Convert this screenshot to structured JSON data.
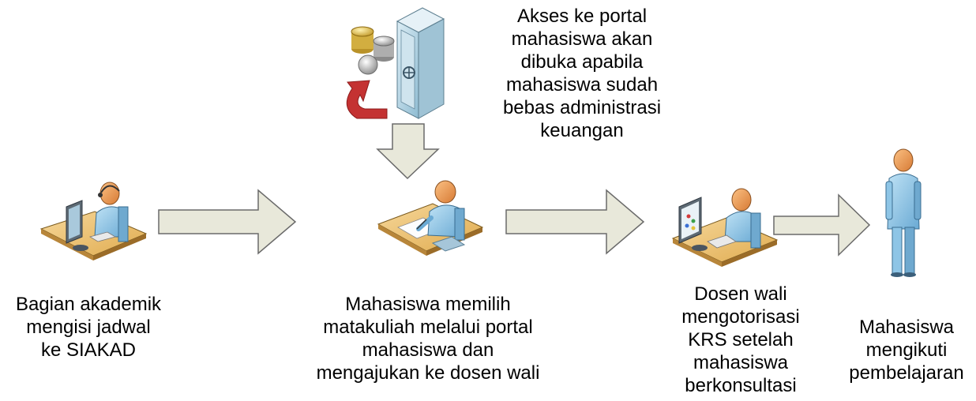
{
  "steps": [
    {
      "lines": [
        "Bagian akademik",
        "mengisi jadwal",
        "ke SIAKAD"
      ],
      "icon": "operator-at-computer-icon"
    },
    {
      "lines": [
        "Mahasiswa memilih",
        "matakuliah melalui portal",
        "mahasiswa dan",
        "mengajukan ke dosen wali"
      ],
      "icon": "person-writing-at-desk-icon"
    },
    {
      "lines": [
        "Dosen wali",
        "mengotorisasi",
        "KRS setelah",
        "mahasiswa",
        "berkonsultasi"
      ],
      "icon": "person-at-computer-icon"
    },
    {
      "lines": [
        "Mahasiswa",
        "mengikuti",
        "pembelajaran"
      ],
      "icon": "standing-person-icon"
    }
  ],
  "payment": {
    "lines": [
      "Akses ke portal",
      "mahasiswa akan",
      "dibuka apabila",
      "mahasiswa sudah",
      "bebas administrasi",
      "keuangan"
    ],
    "icon": "coins-and-safe-icon"
  },
  "colors": {
    "arrow_fill": "#e8e8da",
    "arrow_stroke": "#6a6a6a",
    "desk": "#e2b35a",
    "person": "#8ec5e6",
    "skin": "#f0a05a",
    "safe": "#b9d8e6",
    "coin_gold": "#d9b84a",
    "coin_silver": "#b9b9b9",
    "red_arrow": "#c43232"
  }
}
